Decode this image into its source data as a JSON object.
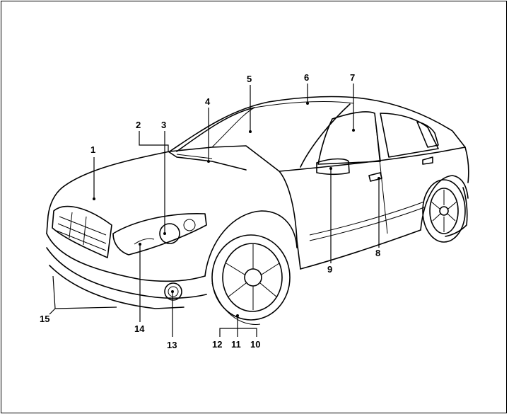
{
  "callouts": [
    "1",
    "2",
    "3",
    "4",
    "5",
    "6",
    "7",
    "8",
    "9",
    "10",
    "11",
    "12",
    "13",
    "14",
    "15"
  ],
  "colors": {
    "ink": "#000000",
    "paper": "#ffffff"
  }
}
